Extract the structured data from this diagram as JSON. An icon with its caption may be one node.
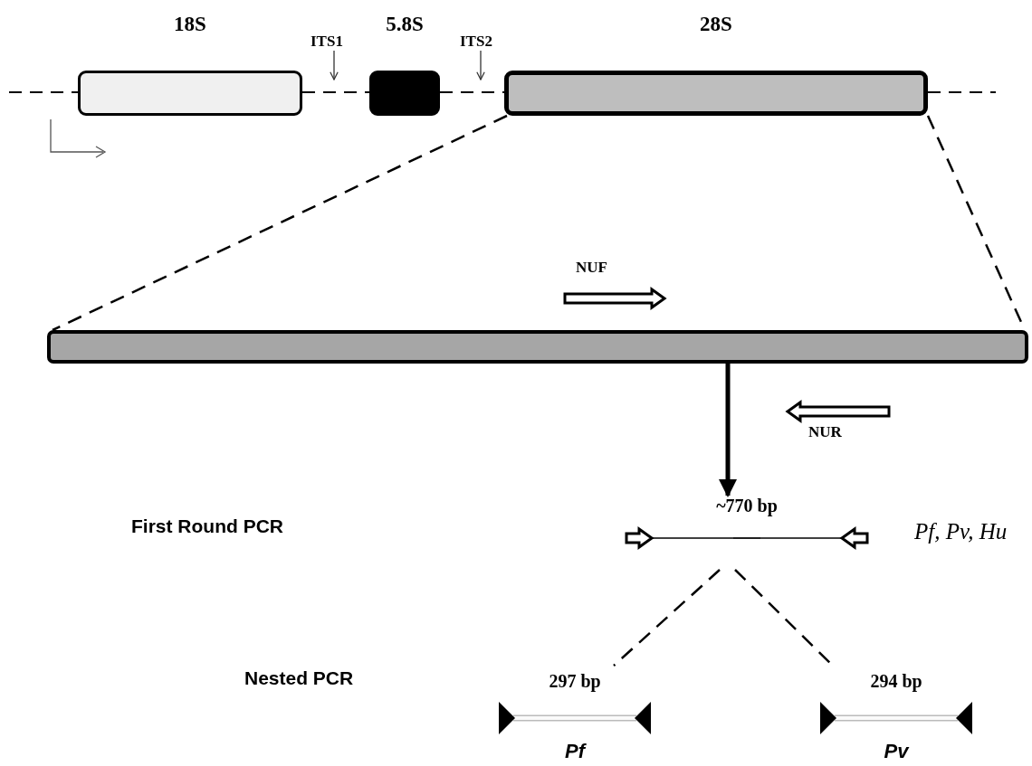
{
  "diagram": {
    "nodes": [
      {
        "text": [
          "18S"
        ]
      },
      {
        "text": [
          "ITS1"
        ]
      },
      {
        "text": [
          "5.8S"
        ]
      },
      {
        "text": [
          "ITS2"
        ]
      },
      {
        "text": [
          "28S"
        ]
      },
      {
        "text": [],
        "shape": "bar"
      },
      {
        "text": [
          "~770 bp"
        ],
        "beside": [
          "Pf, Pv, Hu"
        ]
      },
      {
        "text": [
          "297 bp",
          "Pf"
        ]
      },
      {
        "text": [
          "294 bp",
          "Pv"
        ]
      }
    ],
    "edges": [
      {
        "from": 1,
        "to": null,
        "arrow": "to"
      },
      {
        "from": 3,
        "to": null,
        "arrow": "to"
      },
      {
        "from": 4,
        "to": 5,
        "arrow": "none",
        "style": "dashed"
      },
      {
        "from": 4,
        "to": 5,
        "arrow": "none",
        "style": "dashed"
      },
      {
        "from": 5,
        "to": 6,
        "arrow": "to",
        "style": "thick"
      },
      {
        "from": 6,
        "to": 7,
        "arrow": "none",
        "style": "dashed"
      },
      {
        "from": 6,
        "to": 8,
        "arrow": "none",
        "style": "dashed"
      },
      {
        "from": null,
        "to": 0,
        "arrow": "none",
        "style": "dashed"
      },
      {
        "from": 0,
        "to": 2,
        "arrow": "none",
        "style": "dashed"
      },
      {
        "from": 2,
        "to": 4,
        "arrow": "none",
        "style": "dashed"
      },
      {
        "from": 4,
        "to": null,
        "arrow": "none",
        "style": "dashed"
      }
    ],
    "labels": [
      "NUF",
      "NUR",
      "First Round PCR",
      "Nested PCR"
    ]
  }
}
